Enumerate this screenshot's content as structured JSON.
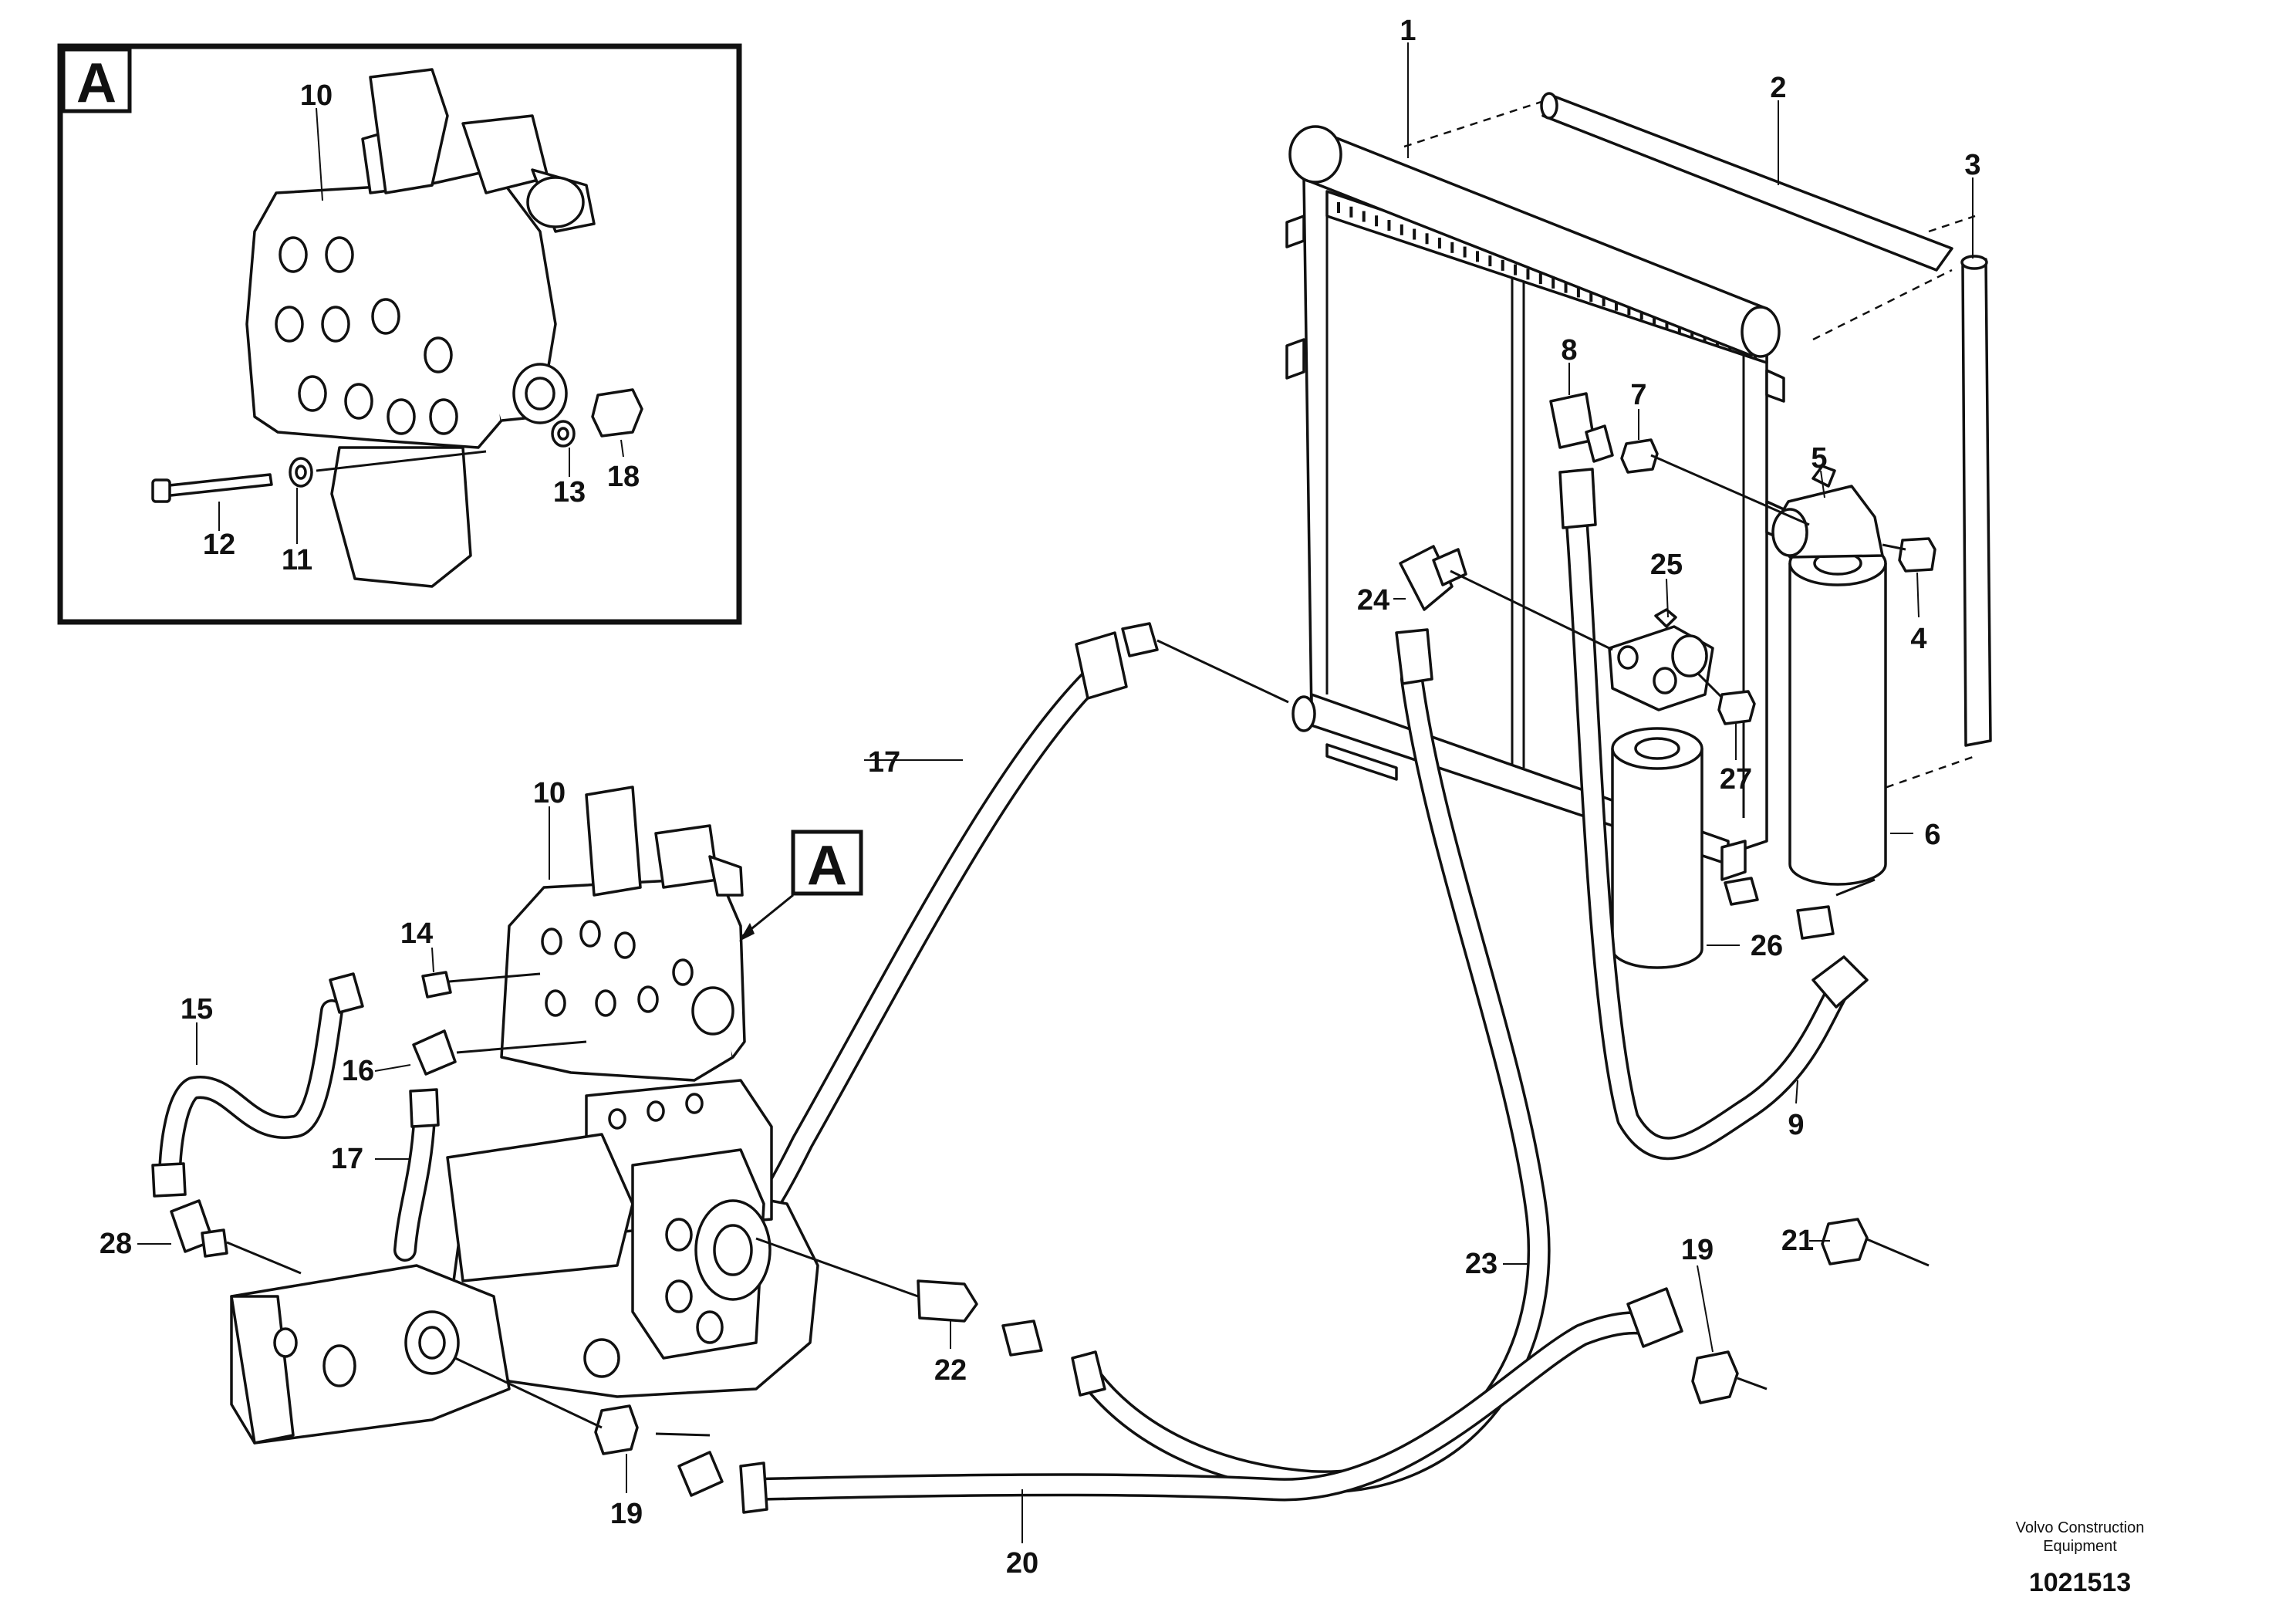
{
  "detail_box": {
    "label": "A"
  },
  "detail_ref": {
    "label": "A"
  },
  "callouts": [
    {
      "id": "c1",
      "text": "1"
    },
    {
      "id": "c2",
      "text": "2"
    },
    {
      "id": "c3",
      "text": "3"
    },
    {
      "id": "c4",
      "text": "4"
    },
    {
      "id": "c5",
      "text": "5"
    },
    {
      "id": "c6",
      "text": "6"
    },
    {
      "id": "c7",
      "text": "7"
    },
    {
      "id": "c8",
      "text": "8"
    },
    {
      "id": "c9",
      "text": "9"
    },
    {
      "id": "c10a",
      "text": "10"
    },
    {
      "id": "c10b",
      "text": "10"
    },
    {
      "id": "c11",
      "text": "11"
    },
    {
      "id": "c12",
      "text": "12"
    },
    {
      "id": "c13",
      "text": "13"
    },
    {
      "id": "c14",
      "text": "14"
    },
    {
      "id": "c15",
      "text": "15"
    },
    {
      "id": "c16",
      "text": "16"
    },
    {
      "id": "c17a",
      "text": "17"
    },
    {
      "id": "c17b",
      "text": "17"
    },
    {
      "id": "c18",
      "text": "18"
    },
    {
      "id": "c19a",
      "text": "19"
    },
    {
      "id": "c19b",
      "text": "19"
    },
    {
      "id": "c20",
      "text": "20"
    },
    {
      "id": "c21",
      "text": "21"
    },
    {
      "id": "c22",
      "text": "22"
    },
    {
      "id": "c23",
      "text": "23"
    },
    {
      "id": "c24",
      "text": "24"
    },
    {
      "id": "c25",
      "text": "25"
    },
    {
      "id": "c26",
      "text": "26"
    },
    {
      "id": "c27",
      "text": "27"
    },
    {
      "id": "c28",
      "text": "28"
    }
  ],
  "footer": {
    "brand_line1": "Volvo Construction",
    "brand_line2": "Equipment",
    "drawing_number": "1021513"
  }
}
